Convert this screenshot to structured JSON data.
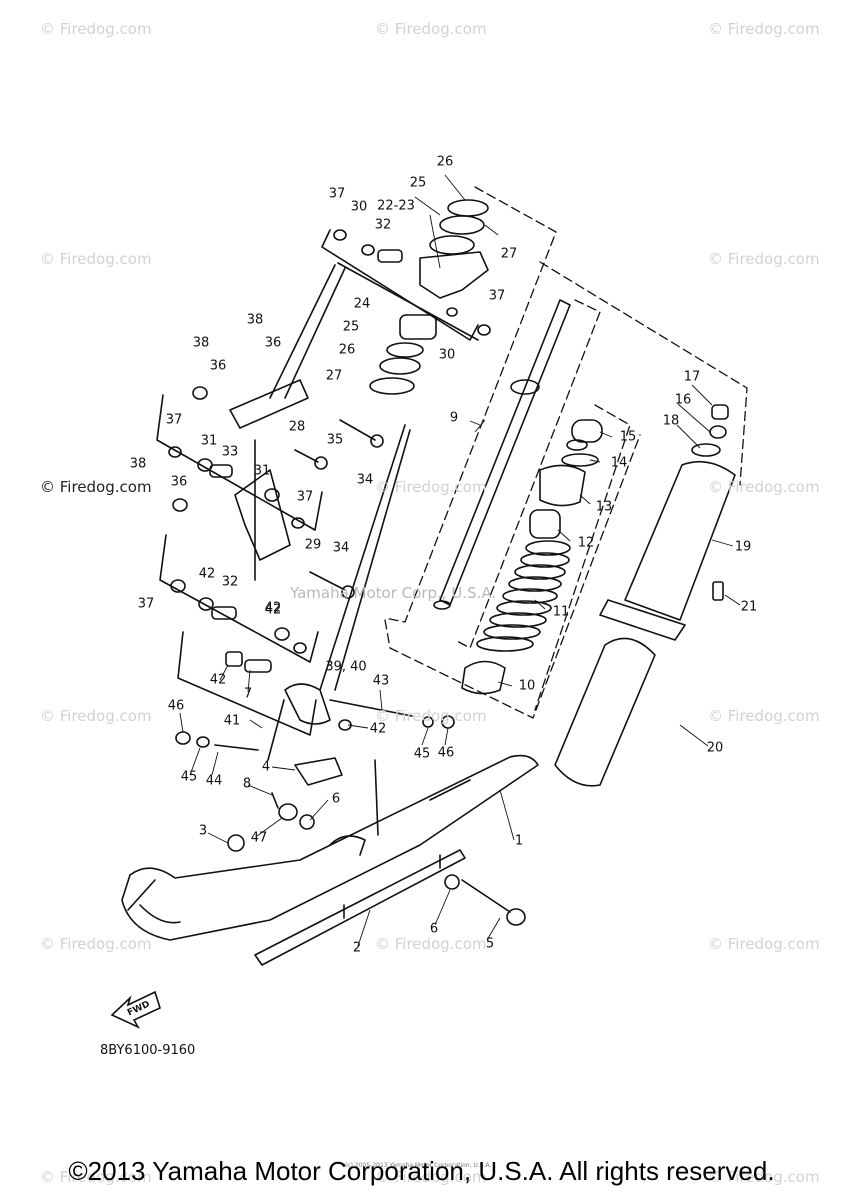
{
  "watermark": "© Firedog.com",
  "faint_mark": "Yamaha Motor Corp., U.S.A.",
  "diagram_code": "8BY6100-9160",
  "fwd_label": "FWD",
  "copyright": "©2013 Yamaha Motor Corporation, U.S.A. All rights reserved.",
  "small_copyright": "(c) 2005-2013 Yamaha Motor Corporation, U.S.A.",
  "callouts": [
    "1",
    "2",
    "3",
    "4",
    "5",
    "6",
    "6",
    "7",
    "8",
    "9",
    "10",
    "11",
    "12",
    "13",
    "14",
    "15",
    "16",
    "17",
    "18",
    "19",
    "20",
    "21",
    "22-23",
    "24",
    "25",
    "25",
    "26",
    "26",
    "27",
    "27",
    "28",
    "29",
    "30",
    "30",
    "31",
    "31",
    "32",
    "32",
    "33",
    "34",
    "34",
    "35",
    "36",
    "36",
    "36",
    "37",
    "37",
    "37",
    "37",
    "37",
    "38",
    "38",
    "38",
    "39, 40",
    "41",
    "42",
    "42",
    "42",
    "42",
    "42",
    "43",
    "44",
    "45",
    "45",
    "46",
    "46",
    "47"
  ]
}
